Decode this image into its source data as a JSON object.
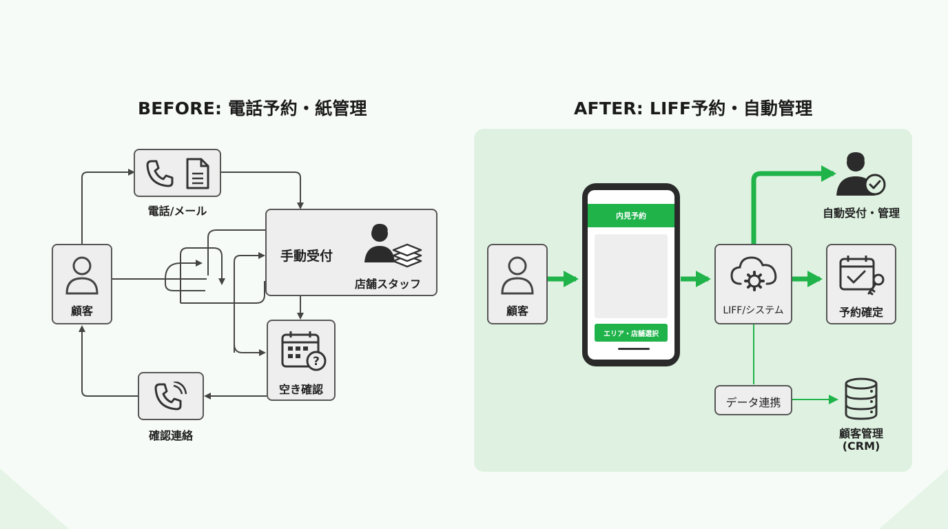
{
  "before": {
    "title": "BEFORE: 電話予約・紙管理",
    "nodes": {
      "customer": "顧客",
      "phone_mail": "電話/メール",
      "manual_reception": "手動受付",
      "store_staff": "店舗スタッフ",
      "availability_check": "空き確認",
      "confirmation_contact": "確認連絡"
    }
  },
  "after": {
    "title": "AFTER: LIFF予約・自動管理",
    "nodes": {
      "customer": "顧客",
      "phone_header": "内見予約",
      "phone_button": "エリア・店舗選択",
      "system": "LIFF/システム",
      "auto_reception": "自動受付・管理",
      "booking_confirmed": "予約確定",
      "data_link": "データ連携",
      "crm_line1": "顧客管理",
      "crm_line2": "(CRM)"
    }
  },
  "colors": {
    "accent_green": "#1fb34a",
    "panel_green": "#dff2e1",
    "box_gray": "#eeeeee",
    "line_dark": "#444444"
  },
  "icons": [
    "person-icon",
    "phone-icon",
    "document-icon",
    "staff-person-icon",
    "paper-stack-icon",
    "calendar-question-icon",
    "phone-call-icon",
    "cloud-gear-icon",
    "person-check-icon",
    "calendar-check-key-icon",
    "database-icon"
  ]
}
